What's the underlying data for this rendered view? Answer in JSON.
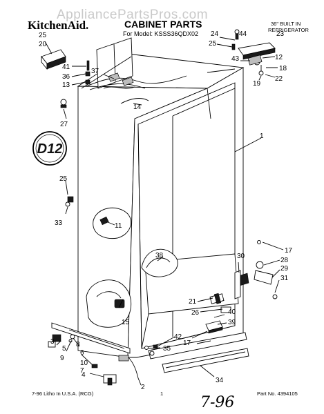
{
  "watermark": "AppliancePartsPros.com",
  "brand": "KitchenAid.",
  "title": "CABINET PARTS",
  "model_line": "For Model: KSSS36QDX02",
  "side_note": [
    "36\" BUILT IN",
    "REFRIGERATOR"
  ],
  "stamp_text": "D12",
  "callouts": {
    "c1": "1",
    "c2": "2",
    "c4": "4",
    "c5": "5",
    "c6": "6",
    "c7": "7",
    "c8": "8",
    "c9": "9",
    "c10": "10",
    "c11": "11",
    "c12": "12",
    "c13": "13",
    "c14": "14",
    "c15": "15",
    "c17a": "17",
    "c17b": "17",
    "c18": "18",
    "c19": "19",
    "c20": "20",
    "c21": "21",
    "c22": "22",
    "c23": "23",
    "c24": "24",
    "c25a": "25",
    "c25b": "25",
    "c25c": "25",
    "c26": "26",
    "c27": "27",
    "c28": "28",
    "c29": "29",
    "c30": "30",
    "c31": "31",
    "c33": "33",
    "c34": "34",
    "c35": "35",
    "c36": "36",
    "c37": "37",
    "c38": "38",
    "c39": "39",
    "c40": "40",
    "c41": "41",
    "c42": "42",
    "c43": "43",
    "c44": "44"
  },
  "footer": {
    "left": "7-96 Litho In U.S.A. (RCG)",
    "page": "1",
    "handwritten": "7-96",
    "part_no": "Part No. 4394105"
  }
}
